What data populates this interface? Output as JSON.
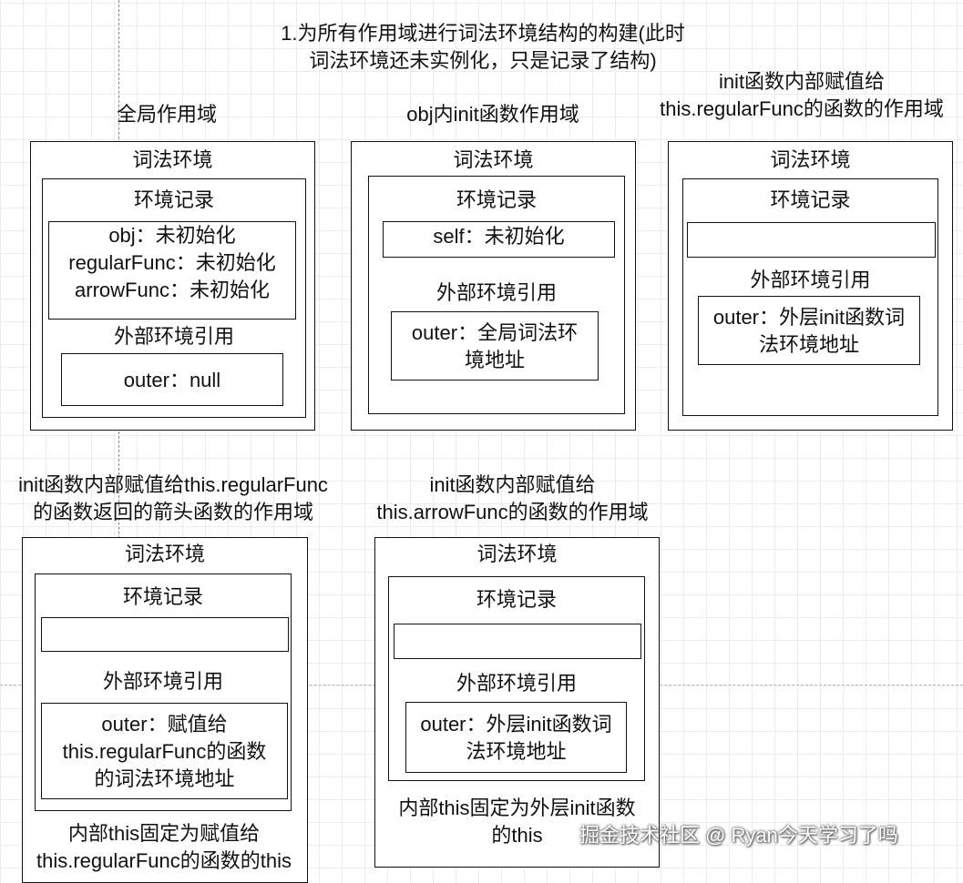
{
  "heading": "1.为所有作用域进行词法环境结构的构建(此时\n词法环境还未实例化，只是记录了结构)",
  "scopes": {
    "global": {
      "title": "全局作用域",
      "lexenv": "词法环境",
      "record": "环境记录",
      "record_content": "obj：未初始化\nregularFunc：未初始化\narrowFunc：未初始化",
      "outer_label": "外部环境引用",
      "outer_content": "outer：null"
    },
    "obj_init": {
      "title": "obj内init函数作用域",
      "lexenv": "词法环境",
      "record": "环境记录",
      "record_content": "self：未初始化",
      "outer_label": "外部环境引用",
      "outer_content": "outer：全局词法环\n境地址"
    },
    "regular_func": {
      "title": "init函数内部赋值给\nthis.regularFunc的函数的作用域",
      "lexenv": "词法环境",
      "record": "环境记录",
      "record_content": "",
      "outer_label": "外部环境引用",
      "outer_content": "outer：外层init函数词\n法环境地址"
    },
    "arrow_in_regular": {
      "title": "init函数内部赋值给this.regularFunc\n的函数返回的箭头函数的作用域",
      "lexenv": "词法环境",
      "record": "环境记录",
      "record_content": "",
      "outer_label": "外部环境引用",
      "outer_content": "outer：赋值给\nthis.regularFunc的函数\n的词法环境地址",
      "note": "内部this固定为赋值给\nthis.regularFunc的函数的this"
    },
    "arrow_func": {
      "title": "init函数内部赋值给\nthis.arrowFunc的函数的作用域",
      "lexenv": "词法环境",
      "record": "环境记录",
      "record_content": "",
      "outer_label": "外部环境引用",
      "outer_content": "outer：外层init函数词\n法环境地址",
      "note": "内部this固定为外层init函数\n的this"
    }
  },
  "watermark": "掘金技术社区 @ Ryan今天学习了吗"
}
